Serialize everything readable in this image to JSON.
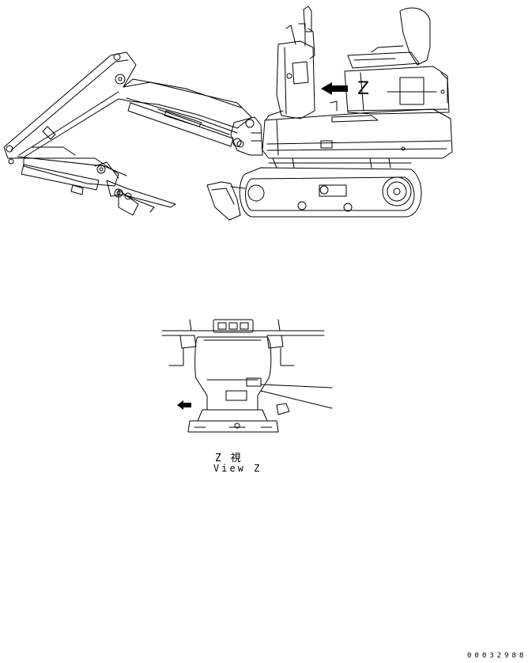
{
  "labels": {
    "view_marker": "Z",
    "view_caption_jp": "Z 視",
    "view_caption_en": "View Z",
    "drawing_number": "00032988"
  },
  "colors": {
    "line": "#000000",
    "background": "#ffffff"
  },
  "icons": {
    "view_arrow": "left-arrow-icon"
  }
}
